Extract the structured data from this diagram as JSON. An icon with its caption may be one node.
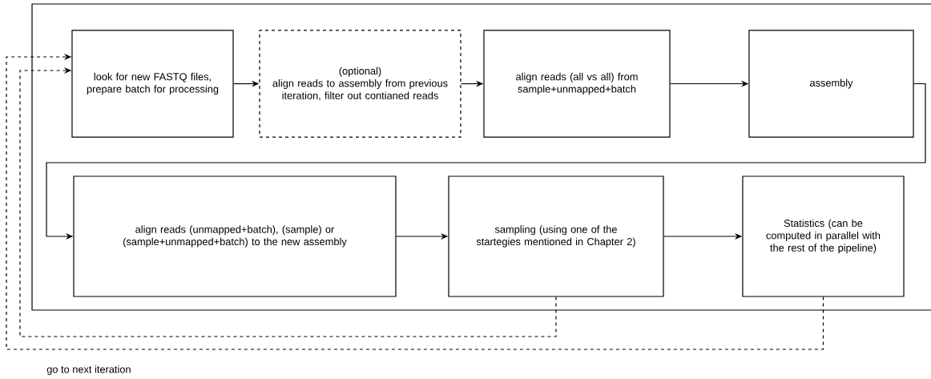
{
  "diagram": {
    "nodes": [
      {
        "text": [
          "look for new FASTQ files, prepare batch for processing"
        ]
      },
      {
        "text": [
          "(optional)",
          "align reads to assembly from previous iteration, filter out contianed reads"
        ]
      },
      {
        "text": [
          "align reads (all vs all) from sample+unmapped+batch"
        ]
      },
      {
        "text": [
          "assembly"
        ]
      },
      {
        "text": [
          "align reads (unmapped+batch), (sample) or (sample+unmapped+batch) to the new assembly"
        ]
      },
      {
        "text": [
          "sampling (using one of the startegies mentioned in Chapter 2)"
        ]
      },
      {
        "text": [
          "Statistics (can be computed in parallel with the rest of the pipeline)"
        ]
      }
    ],
    "edges": [
      {
        "from": 0,
        "to": 1,
        "arrow": "to"
      },
      {
        "from": 1,
        "to": 2,
        "arrow": "to"
      },
      {
        "from": 2,
        "to": 3,
        "arrow": "to"
      },
      {
        "from": 3,
        "to": 4,
        "arrow": "to"
      },
      {
        "from": 4,
        "to": 5,
        "arrow": "to"
      },
      {
        "from": 5,
        "to": 6,
        "arrow": "to"
      },
      {
        "from": 5,
        "to": 0,
        "arrow": "to",
        "style": "dashed"
      },
      {
        "from": 6,
        "to": 0,
        "arrow": "to",
        "style": "dashed"
      }
    ],
    "labels": [
      "go to next iteration"
    ]
  }
}
